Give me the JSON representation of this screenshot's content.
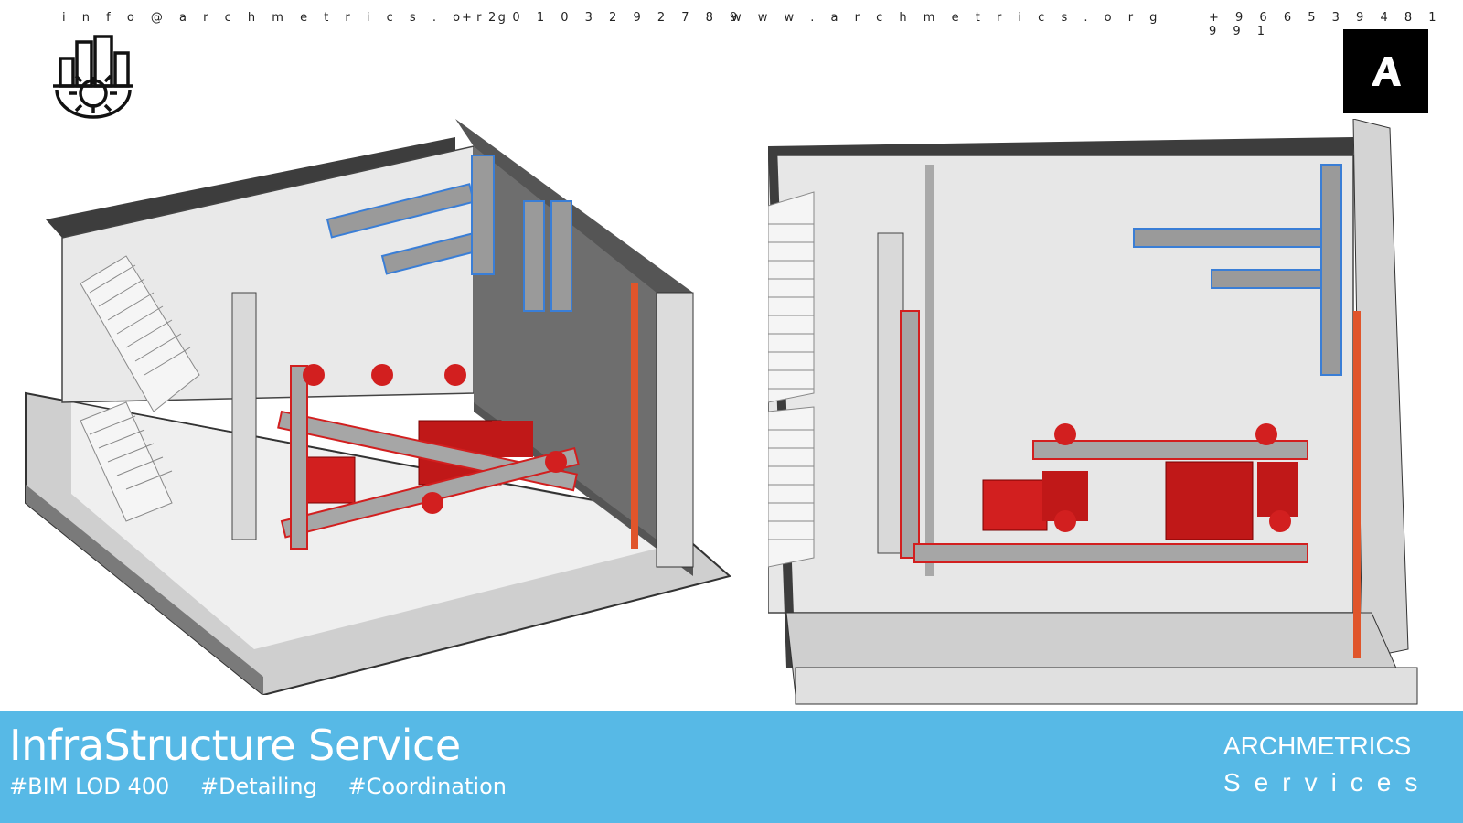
{
  "header": {
    "email": "i n f o @ a r c h m e t r i c s . o r g",
    "phone_eg": "+ 2 0 1 0 3 2 9 2 7 8 9",
    "website": "w w w . a r c h m e t r i c s . o r g",
    "phone_sa": "+ 9 6 6 5 3 9 4 8 1 9 9 1"
  },
  "banner": {
    "title": "InfraStructure Service",
    "tags": [
      "#BIM LOD 400",
      "#Detailing",
      "#Coordination"
    ],
    "brand": "ARCHMETRICS",
    "brand_sub": "Services",
    "color": "#57b9e6"
  },
  "icons": {
    "left_logo": "city-gear-icon",
    "right_logo": "letter-a-logo-icon"
  },
  "colors": {
    "pipe_red": "#d21f1f",
    "pipe_grey": "#9a9a9a",
    "pipe_blue": "#3a7ed6",
    "wall_dark": "#555555"
  }
}
